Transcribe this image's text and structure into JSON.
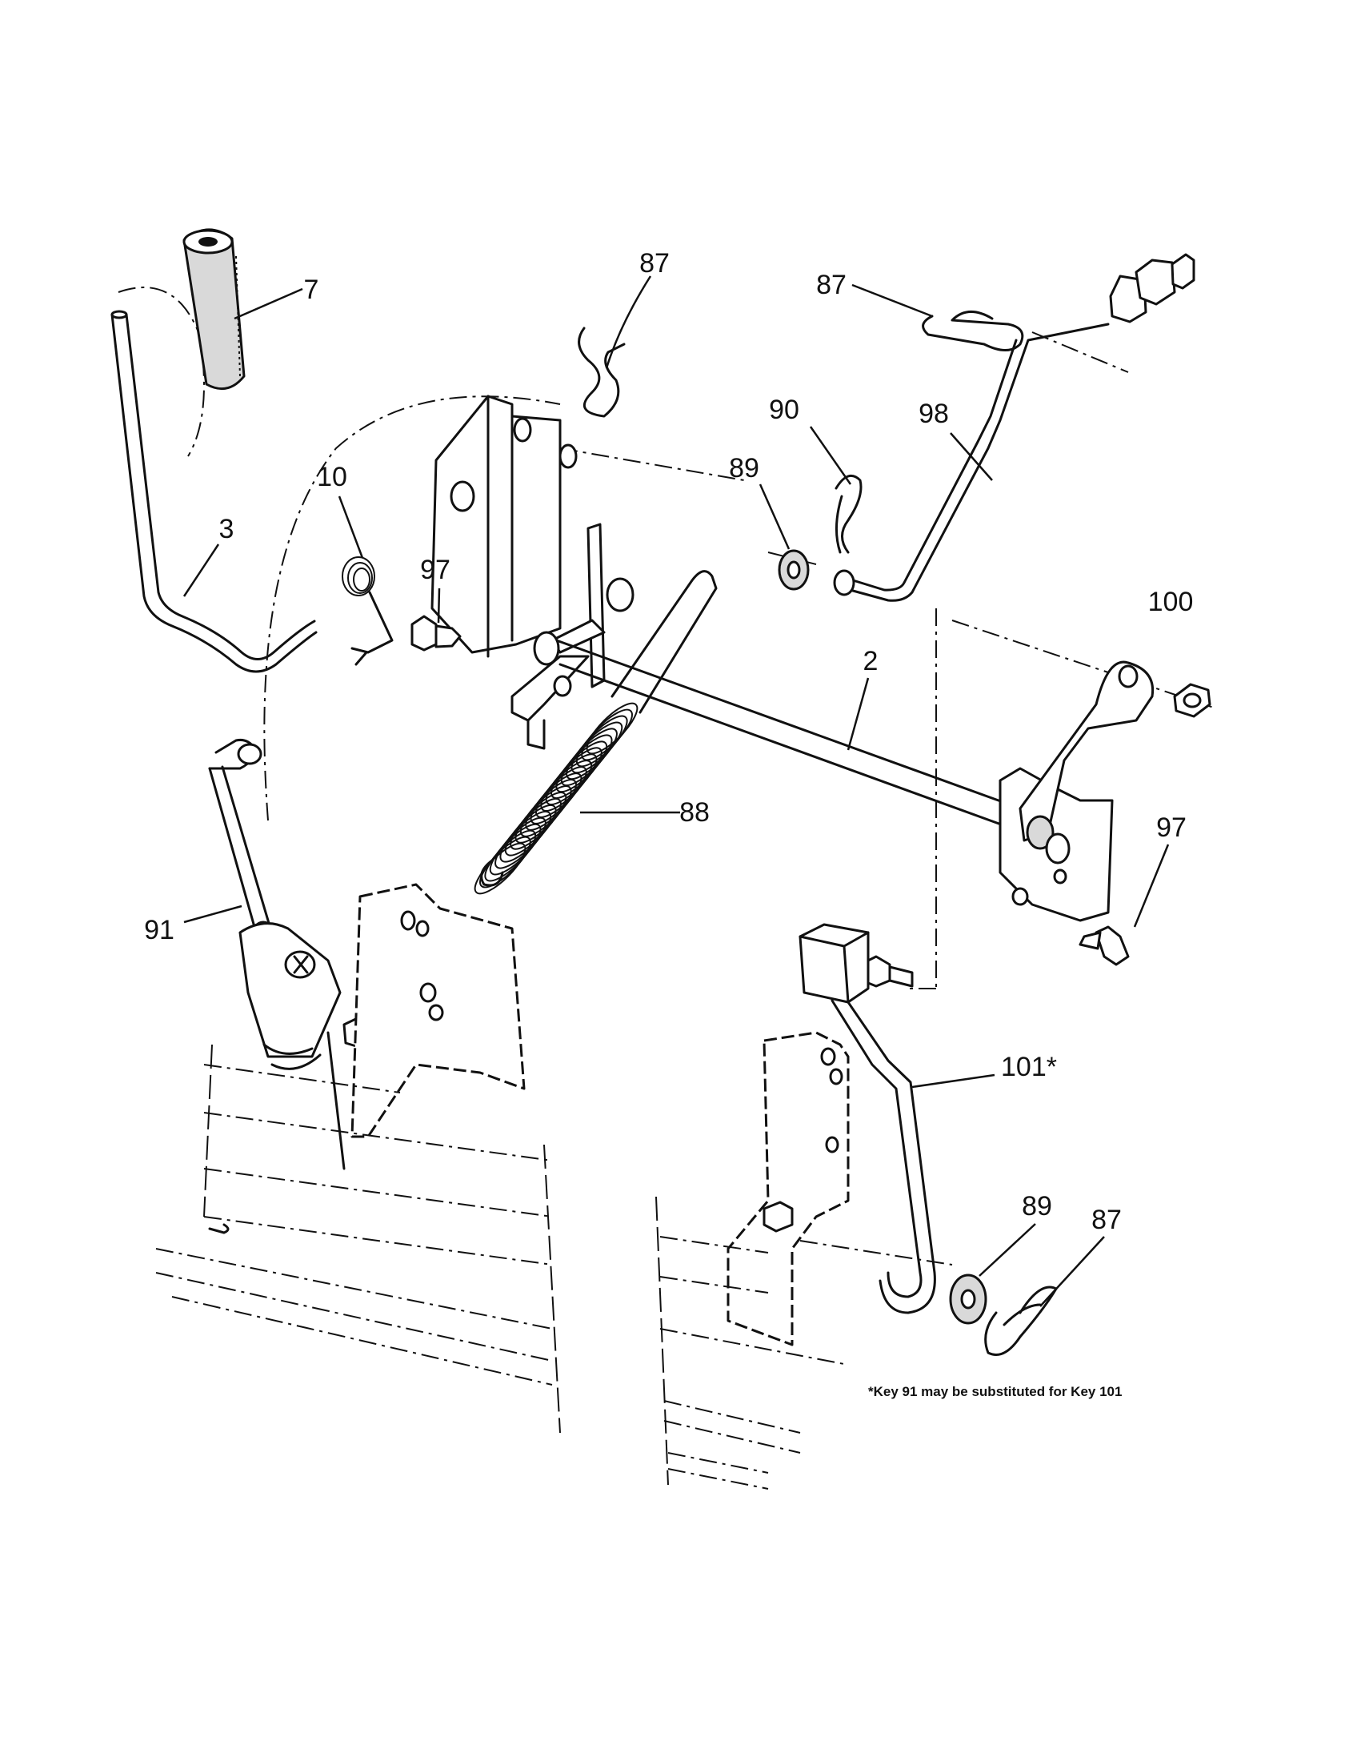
{
  "callouts": {
    "p7": "7",
    "p87_top": "87",
    "p87_right": "87",
    "p87_bottom": "87",
    "p90": "90",
    "p98": "98",
    "p89_top": "89",
    "p89_bottom": "89",
    "p10": "10",
    "p3": "3",
    "p97_left": "97",
    "p97_right": "97",
    "p100": "100",
    "p2": "2",
    "p88": "88",
    "p91": "91",
    "p101": "101*"
  },
  "footnote": "*Key 91 may be substituted for Key 101"
}
